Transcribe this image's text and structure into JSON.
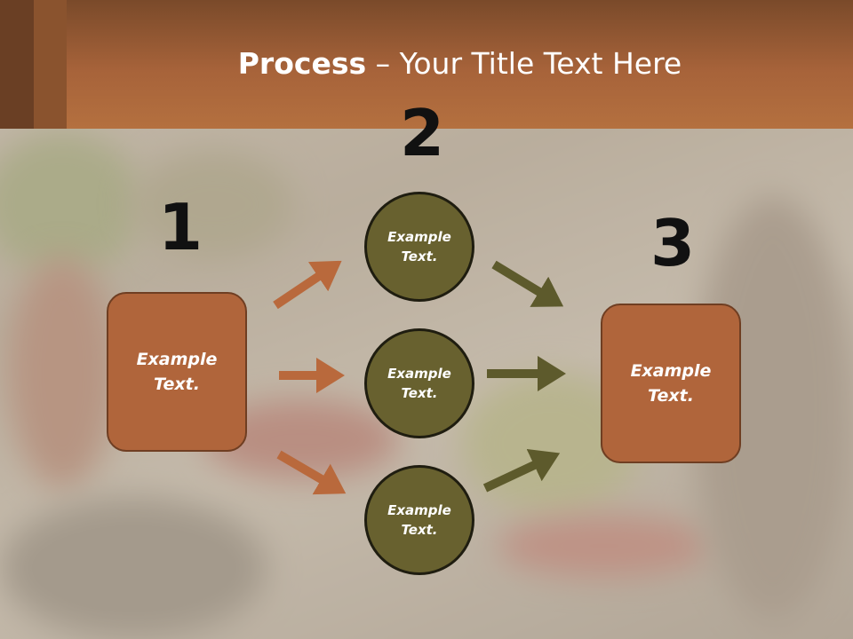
{
  "title": {
    "bold": "Process",
    "rest": " – Your Title Text Here"
  },
  "steps": [
    {
      "number": "1",
      "label": "Example\nText."
    },
    {
      "number": "2",
      "circles": [
        {
          "label": "Example\nText."
        },
        {
          "label": "Example\nText."
        },
        {
          "label": "Example\nText."
        }
      ]
    },
    {
      "number": "3",
      "label": "Example\nText."
    }
  ],
  "colors": {
    "box_fill": "#b0653b",
    "circle_fill": "#68612f",
    "arrow_orange": "#b9693c",
    "arrow_olive": "#5d5a2c",
    "header": "#a7633a"
  }
}
